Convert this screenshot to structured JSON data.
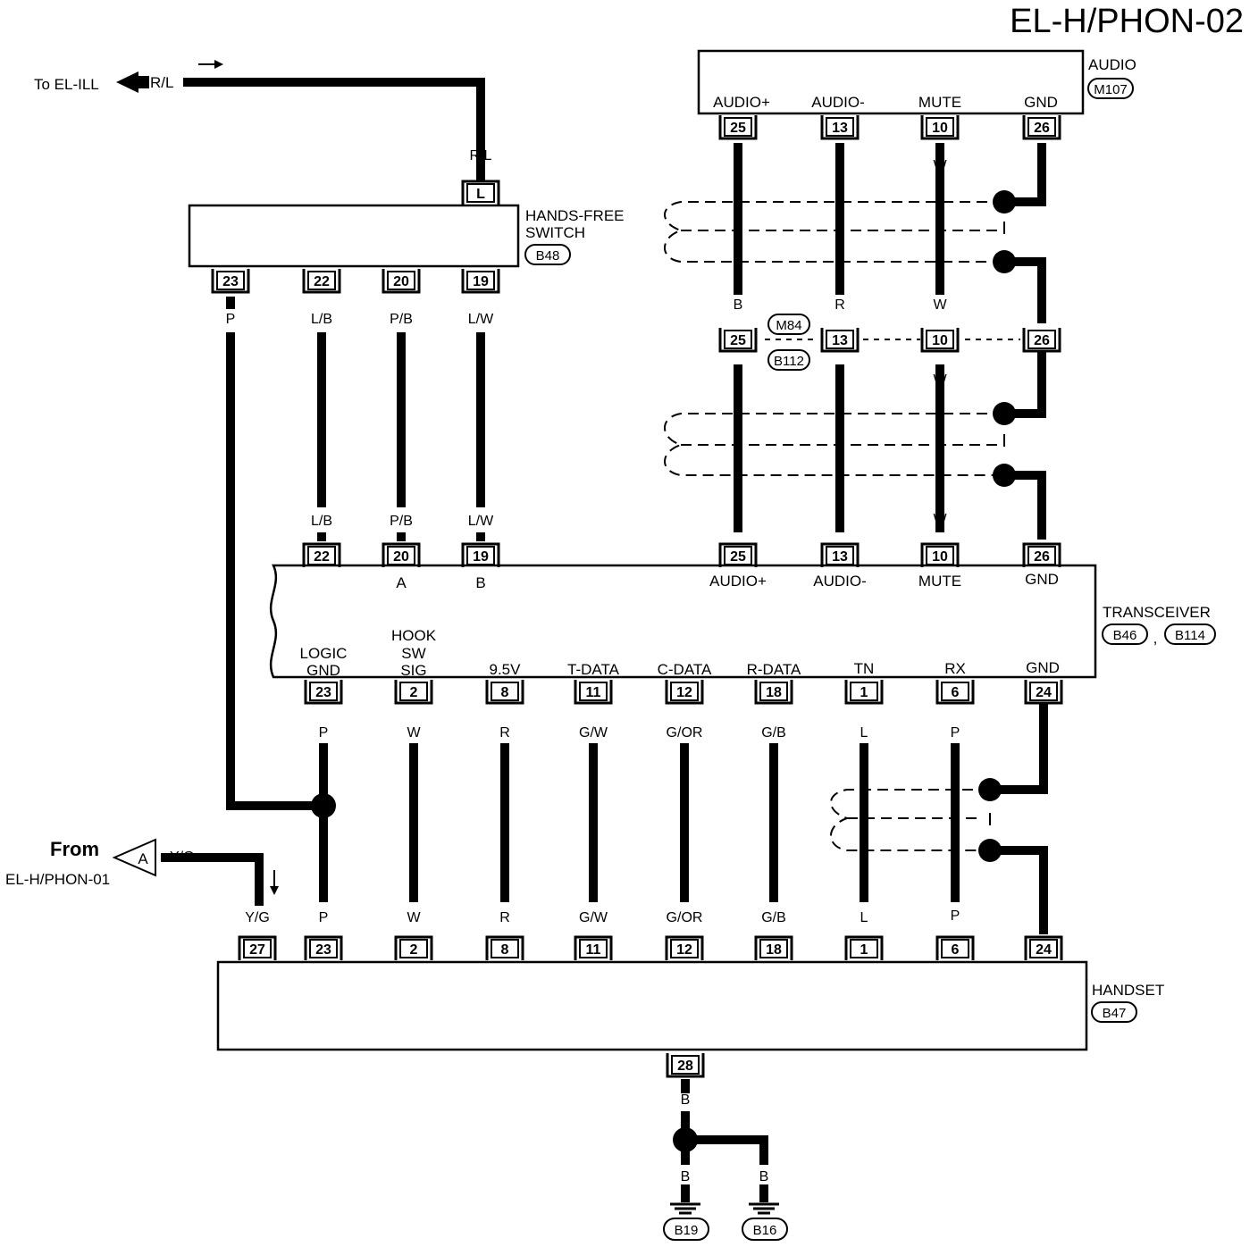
{
  "page_title": "EL-H/PHON-02",
  "connectors": {
    "audio": {
      "name": "AUDIO",
      "code": "M107",
      "pins": [
        {
          "label": "AUDIO+",
          "pin": "25",
          "wire": "B"
        },
        {
          "label": "AUDIO-",
          "pin": "13",
          "wire": "R"
        },
        {
          "label": "MUTE",
          "pin": "10",
          "wire": "W"
        },
        {
          "label": "GND",
          "pin": "26",
          "wire": ""
        }
      ]
    },
    "joint": {
      "codes": [
        "M84",
        "B112"
      ],
      "pins": [
        "25",
        "13",
        "10",
        "26"
      ],
      "wires": [
        "B",
        "R",
        "W"
      ]
    },
    "switch": {
      "name_line1": "HANDS-FREE",
      "name_line2": "SWITCH",
      "code": "B48",
      "top_pin": "L",
      "top_wire": "R/L",
      "pins": [
        {
          "pin": "23",
          "wire": "P"
        },
        {
          "pin": "22",
          "wire": "L/B"
        },
        {
          "pin": "20",
          "wire": "P/B"
        },
        {
          "pin": "19",
          "wire": "L/W"
        }
      ]
    },
    "transceiver": {
      "name": "TRANSCEIVER",
      "codes": [
        "B46",
        "B114"
      ],
      "sep": ",",
      "top_pins": [
        {
          "pin": "22",
          "wire": "L/B",
          "label": ""
        },
        {
          "pin": "20",
          "wire": "P/B",
          "label": "A"
        },
        {
          "pin": "19",
          "wire": "L/W",
          "label": "B"
        },
        {
          "pin": "25",
          "wire": "B",
          "label": "AUDIO+"
        },
        {
          "pin": "13",
          "wire": "R",
          "label": "AUDIO-"
        },
        {
          "pin": "10",
          "wire": "W",
          "label": "MUTE"
        },
        {
          "pin": "26",
          "wire": "",
          "label": "GND"
        }
      ],
      "bottom_pins": [
        {
          "pin": "23",
          "wire": "P",
          "label1": "LOGIC",
          "label2": "GND",
          "label3": ""
        },
        {
          "pin": "2",
          "wire": "W",
          "label1": "HOOK",
          "label2": "SW",
          "label3": "SIG"
        },
        {
          "pin": "8",
          "wire": "R",
          "label1": "",
          "label2": "",
          "label3": "9.5V"
        },
        {
          "pin": "11",
          "wire": "G/W",
          "label1": "",
          "label2": "",
          "label3": "T-DATA"
        },
        {
          "pin": "12",
          "wire": "G/OR",
          "label1": "",
          "label2": "",
          "label3": "C-DATA"
        },
        {
          "pin": "18",
          "wire": "G/B",
          "label1": "",
          "label2": "",
          "label3": "R-DATA"
        },
        {
          "pin": "1",
          "wire": "L",
          "label1": "",
          "label2": "",
          "label3": "TN"
        },
        {
          "pin": "6",
          "wire": "P",
          "label1": "",
          "label2": "",
          "label3": "RX"
        },
        {
          "pin": "24",
          "wire": "",
          "label1": "",
          "label2": "",
          "label3": "GND"
        }
      ]
    },
    "handset": {
      "name": "HANDSET",
      "code": "B47",
      "pins": [
        {
          "pin": "27",
          "wire": "Y/G"
        },
        {
          "pin": "23",
          "wire": "P"
        },
        {
          "pin": "2",
          "wire": "W"
        },
        {
          "pin": "8",
          "wire": "R"
        },
        {
          "pin": "11",
          "wire": "G/W"
        },
        {
          "pin": "12",
          "wire": "G/OR"
        },
        {
          "pin": "18",
          "wire": "G/B"
        },
        {
          "pin": "1",
          "wire": "L"
        },
        {
          "pin": "6",
          "wire": "P"
        },
        {
          "pin": "24",
          "wire": ""
        }
      ],
      "bottom_pin": "28",
      "bottom_wire": "B"
    },
    "grounds": [
      {
        "code": "B19",
        "wire": "B"
      },
      {
        "code": "B16",
        "wire": "B"
      }
    ]
  },
  "offpage": {
    "to_label": "To EL-ILL",
    "to_wire": "R/L",
    "from_label": "From",
    "from_page": "EL-H/PHON-01",
    "from_letter": "A",
    "from_wire": "Y/G"
  }
}
